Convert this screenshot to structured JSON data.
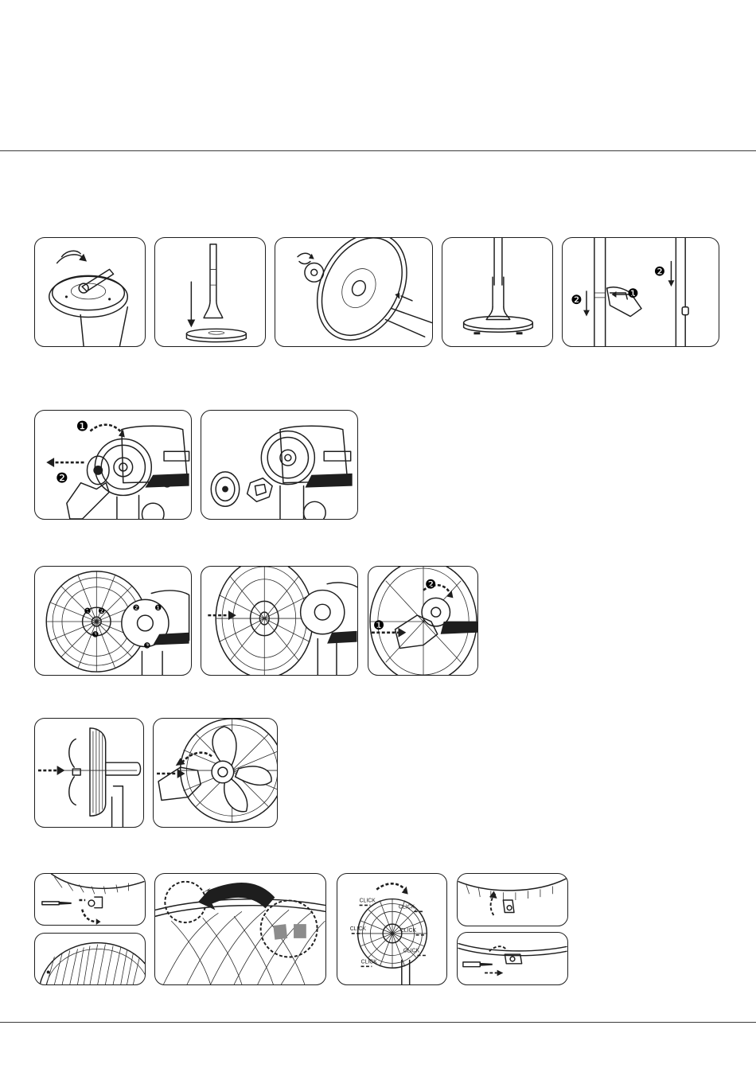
{
  "page": {
    "top_rule": "",
    "bottom_rule": ""
  },
  "sections": [
    {
      "id": "stand-assembly",
      "panel_count": 5
    },
    {
      "id": "motor-front",
      "panel_count": 2
    },
    {
      "id": "rear-grille",
      "panel_count": 3
    },
    {
      "id": "blade-mount",
      "panel_count": 2
    },
    {
      "id": "front-grille-clip",
      "panel_count": 5
    }
  ],
  "step_markers": {
    "one": "❶",
    "two": "❷",
    "three": "❸"
  },
  "grille_labels": {
    "click": "CLICK"
  },
  "colors": {
    "line": "#1e1e1e",
    "panel_border": "#1e1e1e",
    "background": "#ffffff",
    "accent_gray": "#8c8c8c"
  },
  "icons": [
    "rotate-arrow-icon",
    "down-arrow-icon",
    "push-arrow-icon",
    "screwdriver-icon",
    "dashed-arrow-icon",
    "curved-arrow-icon"
  ]
}
